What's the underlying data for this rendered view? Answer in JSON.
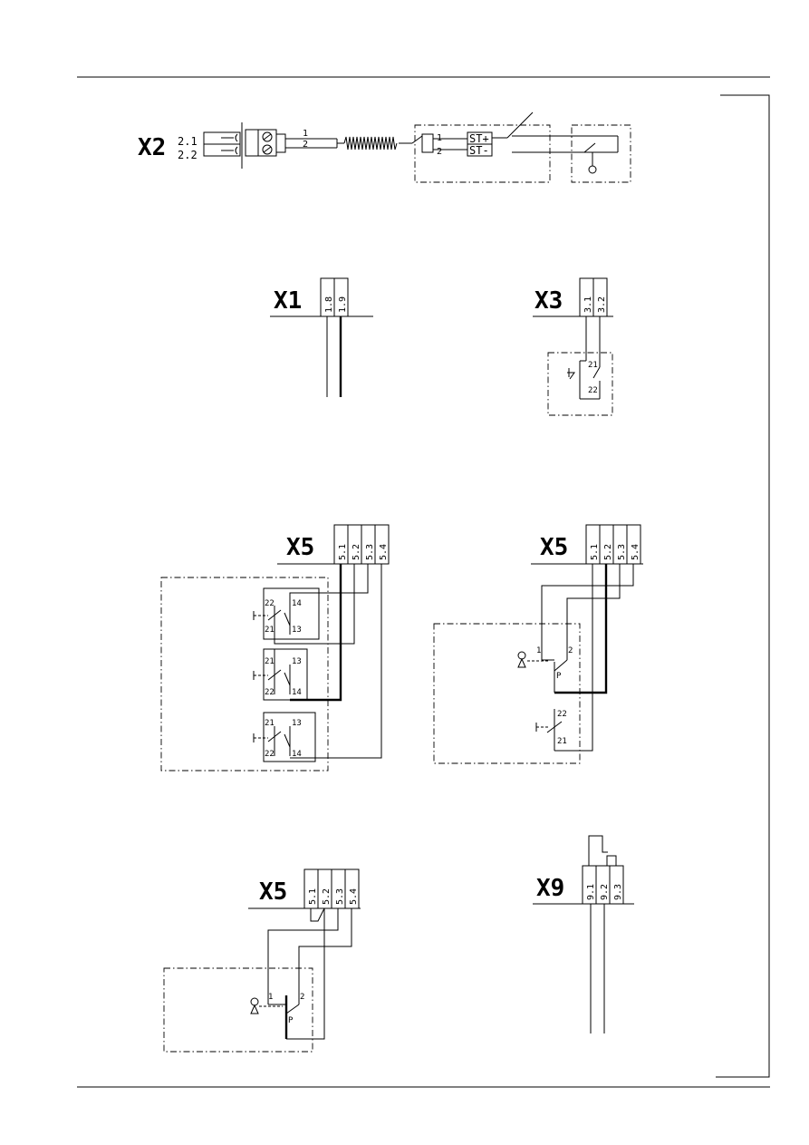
{
  "x2": {
    "title": "X2",
    "pins": [
      "2.1",
      "2.2"
    ],
    "wires": [
      "1",
      "2"
    ],
    "device_terminals": [
      "ST+",
      "ST-"
    ]
  },
  "x1": {
    "title": "X1",
    "pins": [
      "1.8",
      "1.9"
    ]
  },
  "x3": {
    "title": "X3",
    "pins": [
      "3.1",
      "3.2"
    ],
    "contacts": [
      "21",
      "22"
    ]
  },
  "x5a": {
    "title": "X5",
    "pins": [
      "5.1",
      "5.2",
      "5.3",
      "5.4"
    ],
    "switch1": [
      "22",
      "14",
      "21",
      "13"
    ],
    "switch2": [
      "21",
      "13",
      "22",
      "14"
    ],
    "switch3": [
      "21",
      "13",
      "22",
      "14"
    ]
  },
  "x5b": {
    "title": "X5",
    "pins": [
      "5.1",
      "5.2",
      "5.3",
      "5.4"
    ],
    "switch_terms": [
      "1",
      "2"
    ],
    "switch_label": "P",
    "contacts": [
      "22",
      "21"
    ]
  },
  "x5c": {
    "title": "X5",
    "pins": [
      "5.1",
      "5.2",
      "5.3",
      "5.4"
    ],
    "switch_terms": [
      "1",
      "2"
    ],
    "switch_label": "P"
  },
  "x9": {
    "title": "X9",
    "pins": [
      "9.1",
      "9.2",
      "9.3"
    ]
  }
}
